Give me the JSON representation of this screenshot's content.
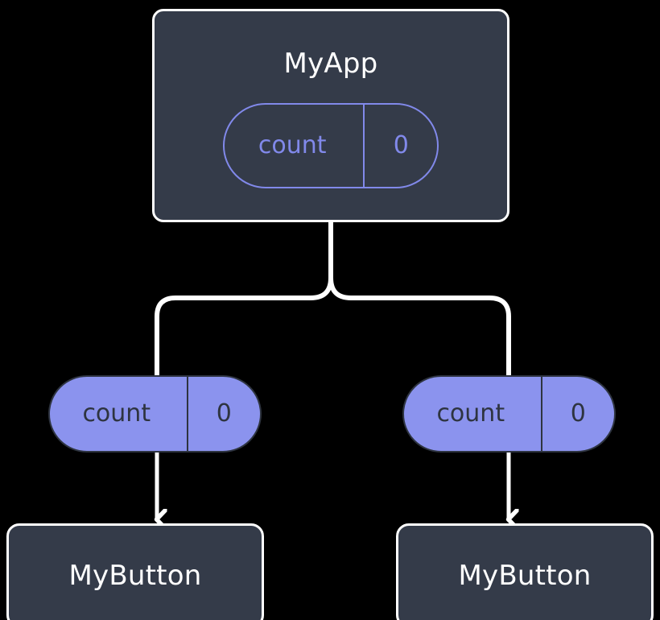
{
  "diagram": {
    "type": "component-state-tree",
    "background_color": "#000000",
    "colors": {
      "node_fill": "#343b49",
      "node_border": "#ffffff",
      "node_text": "#ffffff",
      "state_accent": "#8b93ee",
      "state_outline": "#8189ea",
      "state_text_on_fill": "#2e3440",
      "connector": "#ffffff"
    },
    "root": {
      "title": "MyApp",
      "state": {
        "key": "count",
        "value": "0"
      }
    },
    "children": [
      {
        "state": {
          "key": "count",
          "value": "0"
        },
        "title": "MyButton"
      },
      {
        "state": {
          "key": "count",
          "value": "0"
        },
        "title": "MyButton"
      }
    ]
  }
}
